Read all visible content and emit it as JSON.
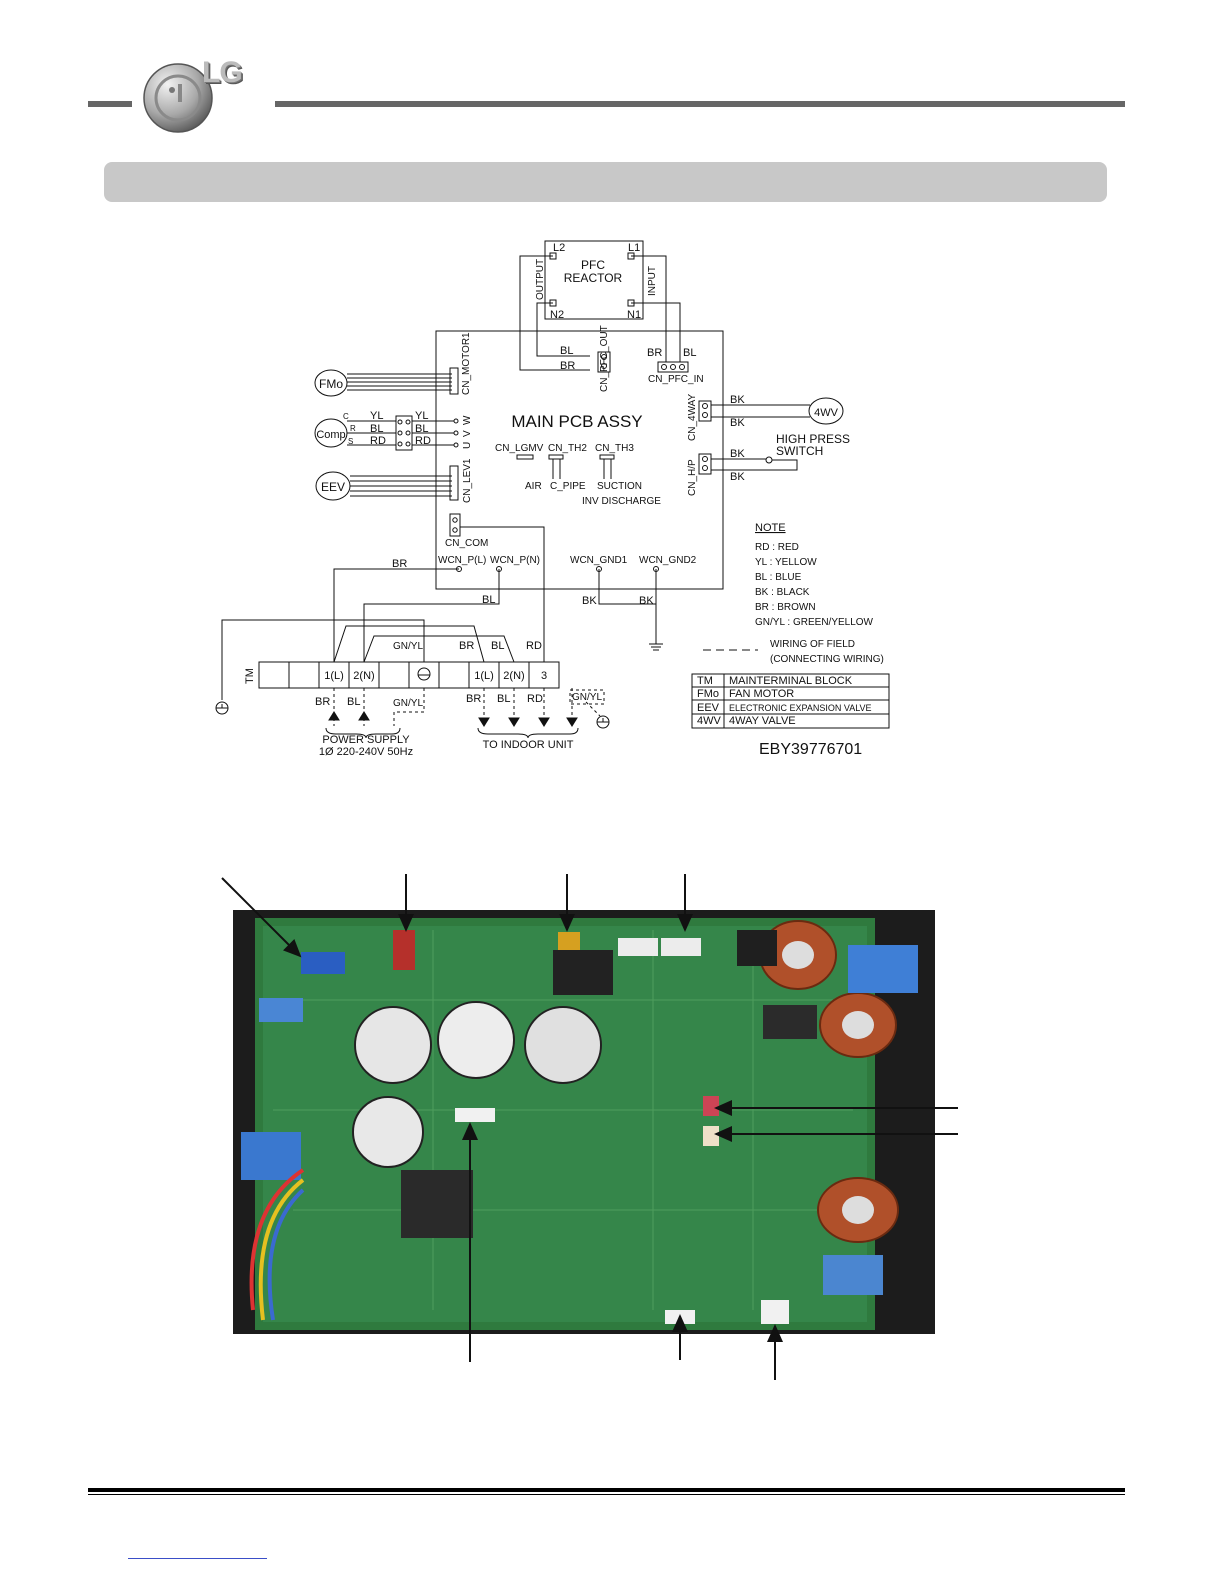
{
  "logo": {
    "text": "LG",
    "icon": "lg-logo-icon"
  },
  "diagram": {
    "pfc": {
      "line1": "PFC",
      "line2": "REACTOR",
      "l2": "L2",
      "l1": "L1",
      "n2": "N2",
      "n1": "N1",
      "output": "OUTPUT",
      "input": "INPUT"
    },
    "main_title": "MAIN PCB ASSY",
    "connectors": {
      "motor": "CN_MOTOR1",
      "pfc_out": "CN_PFC_OUT",
      "pfc_in": "CN_PFC_IN",
      "fourway": "CN_4WAY",
      "hp": "CN_H/P",
      "lgmv": "CN_LGMV",
      "th2": "CN_TH2",
      "th3": "CN_TH3",
      "lev": "CN_LEV1",
      "com": "CN_COM",
      "wcn_pl": "WCN_P(L)",
      "wcn_pn": "WCN_P(N)",
      "gnd1": "WCN_GND1",
      "gnd2": "WCN_GND2"
    },
    "wires": {
      "bl": "BL",
      "br": "BR",
      "bk": "BK",
      "yl": "YL",
      "rd": "RD",
      "gnyl": "GN/YL"
    },
    "components": {
      "fmo": "FMo",
      "comp": "Comp",
      "eev": "EEV",
      "fourwv": "4WV",
      "high_press_1": "HIGH PRESS",
      "high_press_2": "SWITCH",
      "c": "C",
      "r": "R",
      "s": "S",
      "u": "U",
      "v": "V",
      "w": "W"
    },
    "sensors": {
      "air": "AIR",
      "c_pipe": "C_PIPE",
      "suction": "SUCTION",
      "inv_discharge": "INV DISCHARGE"
    },
    "tm": {
      "label": "TM",
      "t1": "1(L)",
      "t2": "2(N)",
      "t3": "1(L)",
      "t4": "2(N)",
      "t5": "3"
    },
    "power_supply": "POWER SUPPLY",
    "power_spec": "1Ø 220-240V 50Hz",
    "to_indoor": "TO INDOOR UNIT",
    "note": {
      "title": "NOTE",
      "items": [
        "RD : RED",
        "YL : YELLOW",
        "BL : BLUE",
        "BK : BLACK",
        "BR : BROWN",
        "GN/YL : GREEN/YELLOW"
      ],
      "field_1": "WIRING OF FIELD",
      "field_2": "(CONNECTING WIRING)"
    },
    "legend": [
      {
        "abbr": "TM",
        "desc": "MAINTERMINAL BLOCK"
      },
      {
        "abbr": "FMo",
        "desc": "FAN MOTOR"
      },
      {
        "abbr": "EEV",
        "desc": "ELECTRONIC EXPANSION VALVE"
      },
      {
        "abbr": "4WV",
        "desc": "4WAY VALVE"
      }
    ],
    "part_number": "EBY39776701"
  }
}
